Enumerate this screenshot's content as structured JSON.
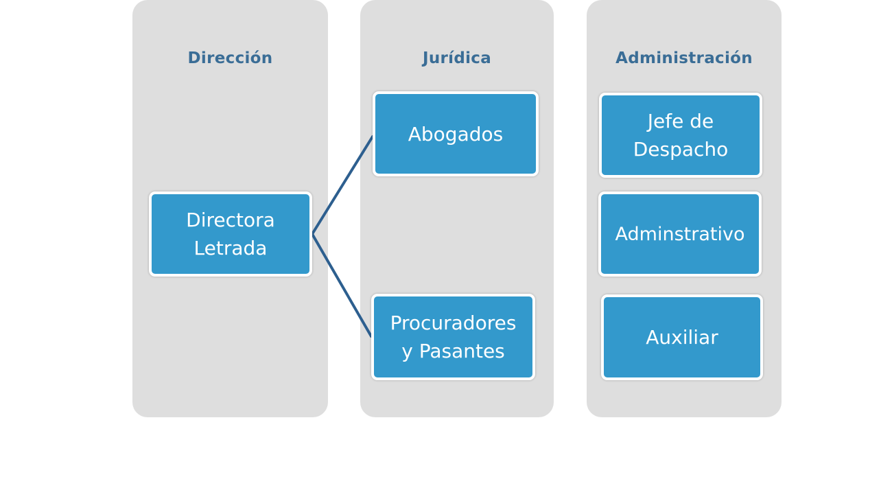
{
  "diagram": {
    "columns": [
      {
        "title": "Dirección"
      },
      {
        "title": "Jurídica"
      },
      {
        "title": "Administración"
      }
    ],
    "nodes": {
      "directora": {
        "line1": "Directora",
        "line2": "Letrada"
      },
      "abogados": {
        "line1": "Abogados"
      },
      "procuradores": {
        "line1": "Procuradores",
        "line2": "y Pasantes"
      },
      "jefe": {
        "line1": "Jefe de",
        "line2": "Despacho"
      },
      "administrativo": {
        "line1": "Adminstrativo"
      },
      "auxiliar": {
        "line1": "Auxiliar"
      }
    },
    "colors": {
      "column_bg": "#dedede",
      "node_fill": "#3399cc",
      "node_text": "#ffffff",
      "title_text": "#3a6d96",
      "connector": "#2d5f8f"
    }
  }
}
